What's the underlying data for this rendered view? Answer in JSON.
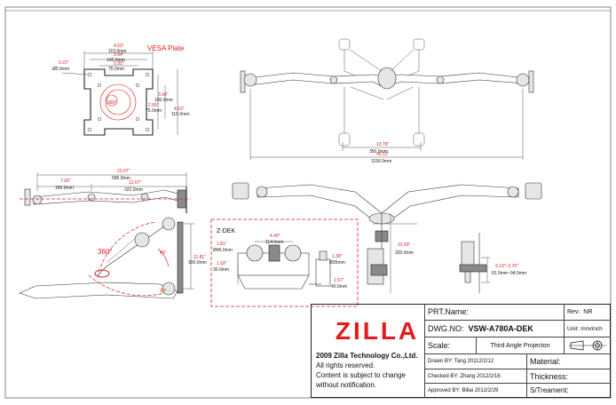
{
  "vesa": {
    "title": "VESA Plate",
    "d_top_in": "4.53\"",
    "d_top_mm": "115.0mm",
    "d_mid_in": "3.94\"",
    "d_mid_mm": "100.0mm",
    "d_inner_in": "2.95\"",
    "d_inner_mm": "75.0mm",
    "hole_in": "0.22\"",
    "hole_mm": "Ø5.5mm",
    "r1_in": "3.94\"",
    "r1_mm": "100.0mm",
    "r2_in": "2.95\"",
    "r2_mm": "75.0mm",
    "r3_in": "4.53\"",
    "r3_mm": "115.0mm",
    "rot": "360°"
  },
  "front": {
    "inner_in": "13.78\"",
    "inner_mm": "350.0mm",
    "outer_in": "45.51\"",
    "outer_mm": "1156.0mm"
  },
  "side": {
    "total_in": "23.07\"",
    "total_mm": "586.0mm",
    "a_in": "7.09\"",
    "a_mm": "180.0mm",
    "b_in": "12.67\"",
    "b_mm": "322.0mm"
  },
  "tilt": {
    "rot": "360°",
    "angle1": "45°",
    "angle2": "30°",
    "h_in": "11.81\"",
    "h_mm": "300.0mm"
  },
  "zdek": {
    "title": "Z-DEK",
    "w_in": "4.49\"",
    "w_mm": "114.0mm",
    "d_in": "1.81\"",
    "d_mm": "Ø46.0mm",
    "h_in": "1.18\"",
    "h_mm": "30.0mm",
    "p_in": "1.38\"",
    "p_mm": "Ø35mm",
    "t_in": "1.57\"",
    "t_mm": "40.0mm"
  },
  "top": {
    "pole_in": "12.60\"",
    "pole_mm": "320.0mm"
  },
  "clamp": {
    "range_in": "3.19\"~3.70\"",
    "range_mm": "81.0mm~94.0mm"
  },
  "titleblock": {
    "logo": "ZILLA",
    "company": "2009 Zilla Technology Co.,Ltd.",
    "line1": "All rights reserved.",
    "line2": "Content is subject to change",
    "line3": "without notification.",
    "prt_label": "PRT.Name:",
    "rev_label": "Rev:",
    "rev_value": "NR",
    "dwg_label": "DWG.NO:",
    "dwg_value": "VSW-A780A-DEK",
    "unit_label": "Unit:",
    "unit_value": "mm/inch",
    "scale_label": "Scale:",
    "projection": "Third Angle Projecton",
    "drawn": "Drawn BY:  Tang  20112/2/12",
    "checked": "Checked BY:  Zhang  2012/2/16",
    "approved": "Approved BY:  Billai  2012/2/29",
    "material": "Material:",
    "thickness": "Thickness:",
    "treatment": "S/Treament:"
  }
}
